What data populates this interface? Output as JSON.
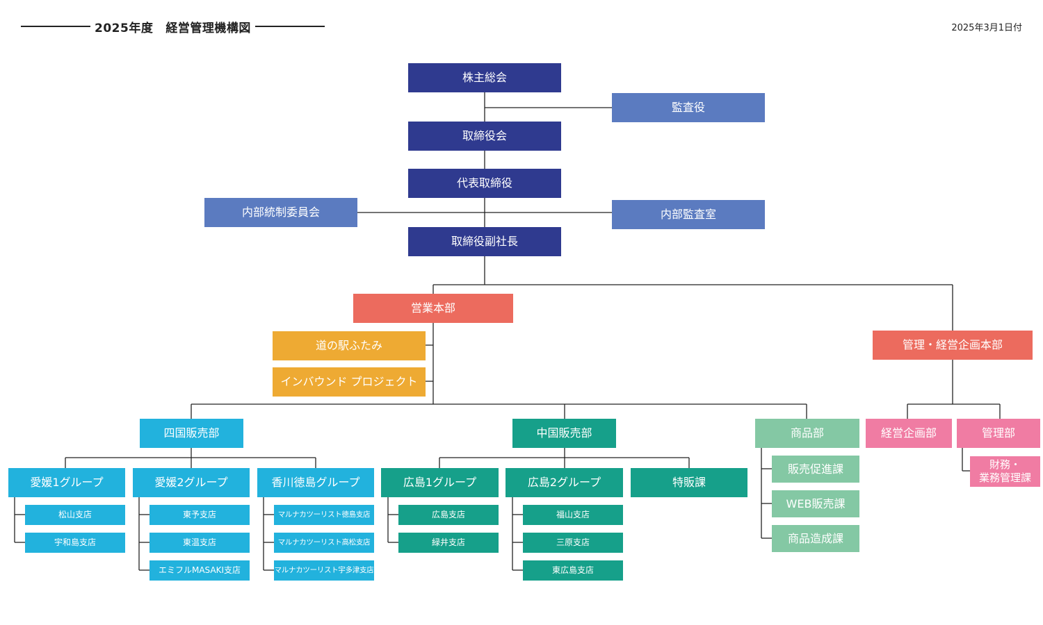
{
  "header": {
    "year": "2025年度",
    "title": "経営管理機構図",
    "date": "2025年3月1日付"
  },
  "governance": {
    "shareholders": "株主総会",
    "auditor": "監査役",
    "board": "取締役会",
    "ceo": "代表取締役",
    "internal_control": "内部統制委員会",
    "internal_audit": "内部監査室",
    "vice_president": "取締役副社長"
  },
  "sales_hq": {
    "label": "営業本部",
    "projects": [
      "道の駅ふたみ",
      "インバウンド プロジェクト"
    ]
  },
  "admin_hq": {
    "label": "管理・経営企画本部",
    "planning": "経営企画部",
    "admin": "管理部",
    "finance_line1": "財務・",
    "finance_line2": "業務管理課"
  },
  "shikoku": {
    "label": "四国販売部",
    "groups": [
      {
        "label": "愛媛1グループ",
        "branches": [
          "松山支店",
          "宇和島支店"
        ]
      },
      {
        "label": "愛媛2グループ",
        "branches": [
          "東予支店",
          "東温支店",
          "エミフルMASAKI支店"
        ]
      },
      {
        "label": "香川徳島グループ",
        "branches": [
          "マルナカツーリスト徳島支店",
          "マルナカツーリスト高松支店",
          "マルナカツーリスト宇多津支店"
        ]
      }
    ]
  },
  "chugoku": {
    "label": "中国販売部",
    "groups": [
      {
        "label": "広島1グループ",
        "branches": [
          "広島支店",
          "緑井支店"
        ]
      },
      {
        "label": "広島2グループ",
        "branches": [
          "福山支店",
          "三原支店",
          "東広島支店"
        ]
      },
      {
        "label": "特販課",
        "branches": []
      }
    ]
  },
  "product": {
    "label": "商品部",
    "sections": [
      "販売促進課",
      "WEB販売課",
      "商品造成課"
    ]
  },
  "colors": {
    "navy": "#2f3a8f",
    "blue": "#5b7bc0",
    "red": "#ec6b5e",
    "orange": "#eeaa33",
    "cyan": "#22b2dd",
    "teal": "#16a08a",
    "mint": "#84c8a4",
    "pink": "#f07ca3"
  }
}
